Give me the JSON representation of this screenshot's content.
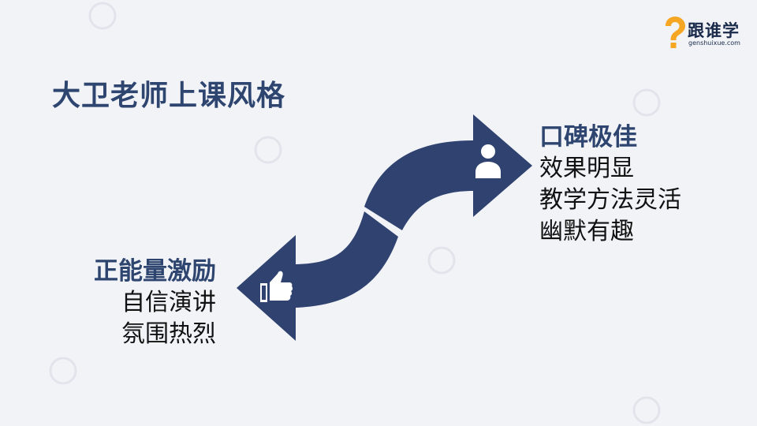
{
  "logo": {
    "name": "跟谁学",
    "url": "genshuixue.com",
    "accent_color": "#f5a623"
  },
  "title": "大卫老师上课风格",
  "right_block": {
    "heading": "口碑极佳",
    "lines": [
      "效果明显",
      "教学方法灵活",
      "幽默有趣"
    ]
  },
  "left_block": {
    "heading": "正能量激励",
    "lines": [
      "自信演讲",
      "氛围热烈"
    ]
  },
  "colors": {
    "navy": "#2e4570",
    "arrow": "#2f4270",
    "background": "#f1f3f7"
  },
  "icons": {
    "right_arrow_icon": "person-icon",
    "left_arrow_icon": "thumbs-up-icon"
  }
}
